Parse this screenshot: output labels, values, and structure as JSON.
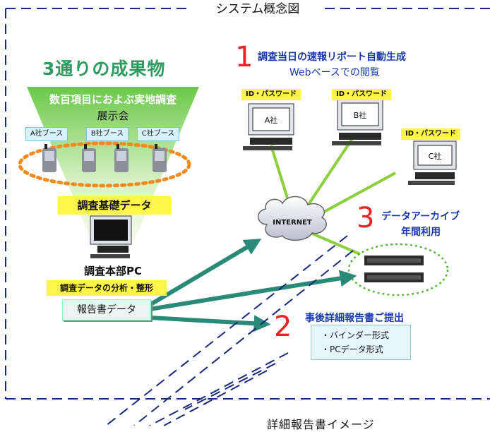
{
  "title": "システム概念図",
  "left_panel": {
    "heading": "3通りの成果物",
    "survey": "数百項目におよぶ実地調査",
    "venue": "展示会",
    "booths": [
      "A社ブース",
      "B社ブース",
      "C社ブース"
    ],
    "base_data": "調査基礎データ",
    "hq_pc": "調査本部PC",
    "analysis": "調査データの分析・整形",
    "report_data": "報告書データ"
  },
  "feature1": {
    "number": "1",
    "line1": "調査当日の速報リポート自動生成",
    "line2": "Webベースでの閲覧"
  },
  "terminals": [
    {
      "id_label": "ID・パスワード",
      "company": "A社"
    },
    {
      "id_label": "ID・パスワード",
      "company": "B社"
    },
    {
      "id_label": "ID・パスワード",
      "company": "C社"
    }
  ],
  "internet_label": "INTERNET",
  "feature3": {
    "number": "3",
    "line1": "データアーカイブ",
    "line2": "年間利用"
  },
  "feature2": {
    "number": "2",
    "line1": "事後詳細報告書ご提出",
    "formats": [
      "・バインダー形式",
      "・PCデータ形式"
    ]
  },
  "bottom_caption": "詳細報告書イメージ",
  "colors": {
    "border_dash": "#1a2a7a",
    "funnel_green": "#7fd25a",
    "arrow_teal": "#2a8a78",
    "link_green": "#8ccf3c",
    "accent_red": "#ee2222",
    "heading_blue": "#1a3aa8"
  }
}
